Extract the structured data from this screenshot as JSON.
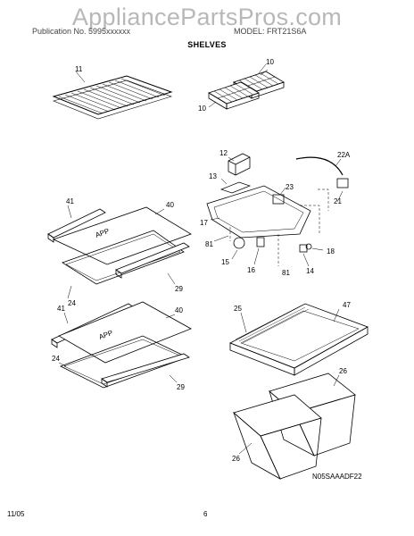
{
  "watermark": "AppliancePartsPros.com",
  "header": {
    "left": "Publication No. 5995xxxxxx",
    "right": "MODEL: FRT21S6A"
  },
  "section_title": "SHELVES",
  "part_callouts": {
    "p11": "11",
    "p10a": "10",
    "p10b": "10",
    "p12": "12",
    "p22a": "22A",
    "p13": "13",
    "p23": "23",
    "p21": "21",
    "p17": "17",
    "p81a": "81",
    "p81b": "81",
    "p15": "15",
    "p16": "16",
    "p18": "18",
    "p14": "14",
    "p41a": "41",
    "p40a": "40",
    "p29a": "29",
    "p24a": "24",
    "p41b": "41",
    "p40b": "40",
    "p24b": "24",
    "p29b": "29",
    "p25": "25",
    "p47": "47",
    "p26a": "26",
    "p26b": "26"
  },
  "diagram_code": "N05SAAADF22",
  "footer": {
    "date": "11/05",
    "page": "6"
  }
}
